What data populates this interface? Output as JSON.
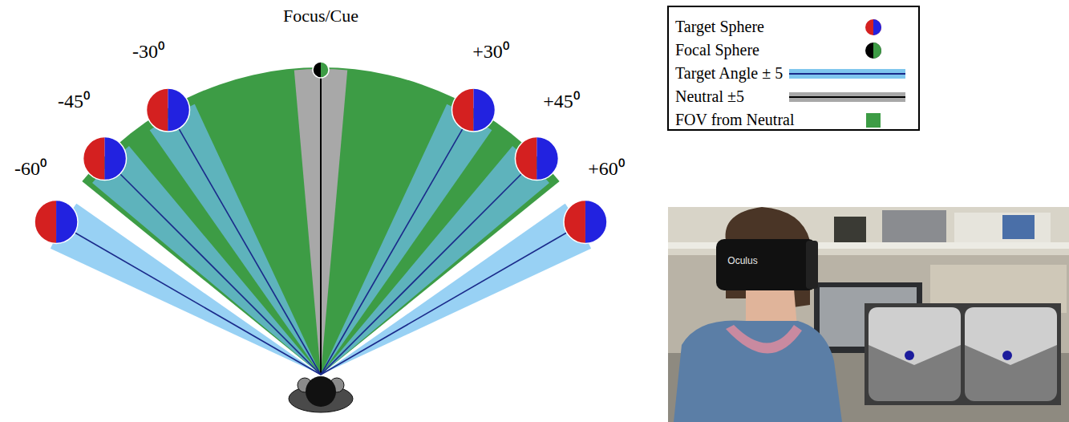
{
  "diagram": {
    "labels": [
      "Focus/Cue",
      "-30⁰",
      "-45⁰",
      "-60⁰",
      "+30⁰",
      "+45⁰",
      "+60⁰",
      "Oculus"
    ],
    "legend": [
      {
        "text": "Target Sphere"
      },
      {
        "text": "Focal Sphere"
      },
      {
        "text": "Target Angle ± 5"
      },
      {
        "text": "Neutral ±5"
      },
      {
        "text": "FOV from Neutral",
        "color": "#3d9c45"
      }
    ]
  }
}
